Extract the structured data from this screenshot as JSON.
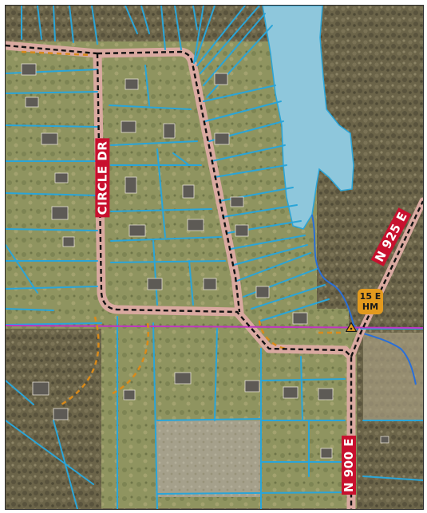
{
  "map": {
    "road_labels": {
      "circle_dr": "CIRCLE DR",
      "n925e": "N 925 E",
      "n900e": "N 900 E"
    },
    "marker": {
      "line1": "15 E",
      "line2": "HM"
    },
    "colors": {
      "parcel_lines": "#2aa5d8",
      "water": "#8ec7dc",
      "road_casing": "#d9a9a0",
      "road_centerline": "#111111",
      "label_bg": "#c8102e",
      "marker_bg": "#e39a1e",
      "boundary_magenta": "#c035c0",
      "trail_orange": "#d98a1a"
    }
  }
}
